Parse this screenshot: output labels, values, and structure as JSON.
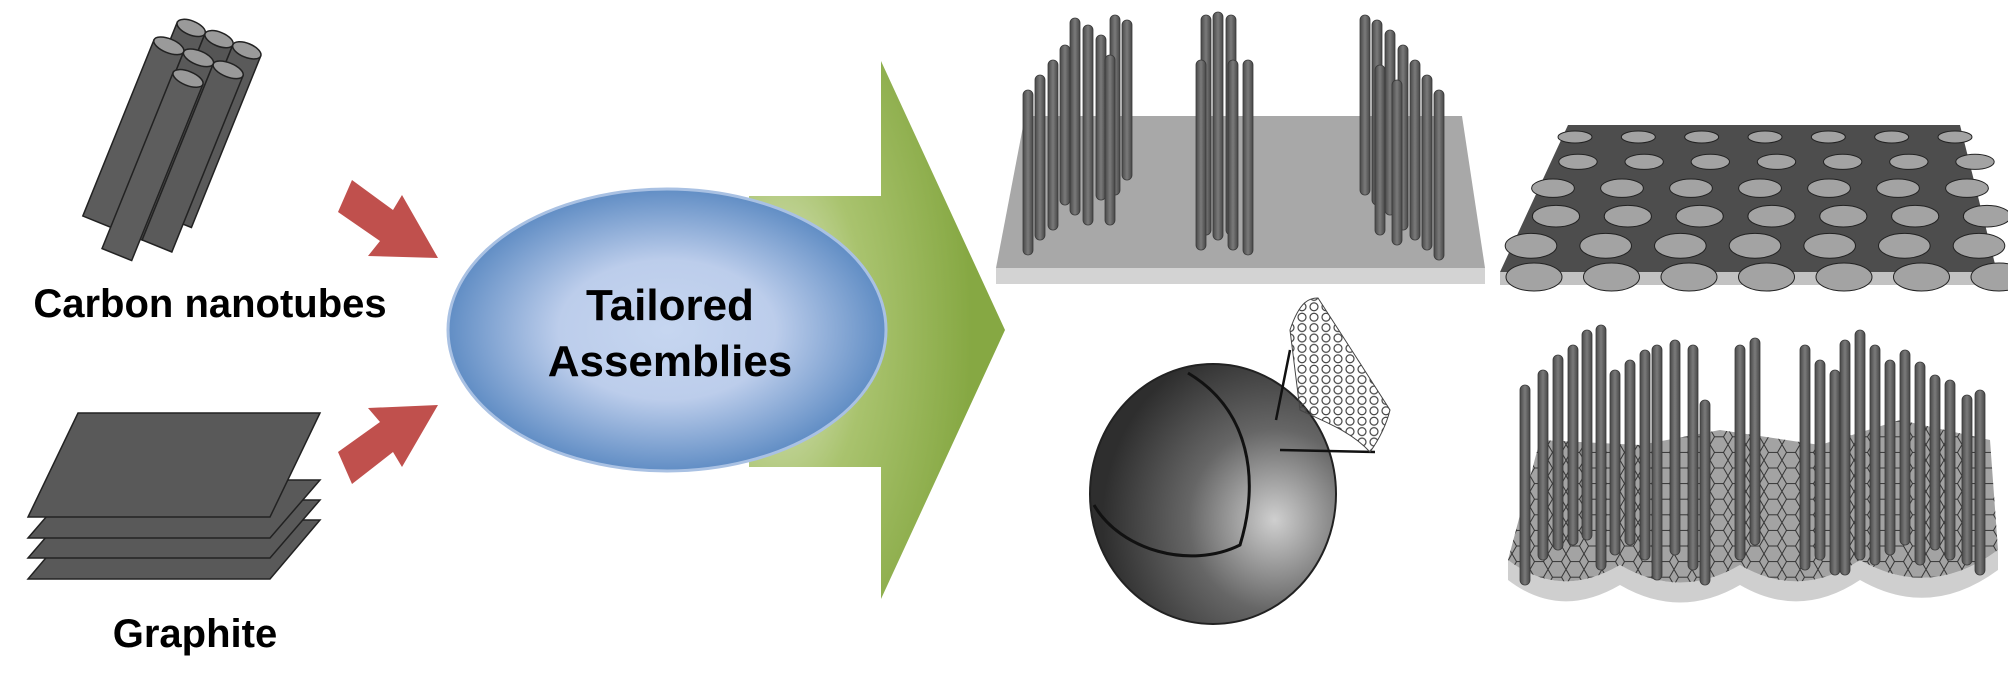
{
  "figure": {
    "inputs": [
      {
        "label": "Carbon nanotubes",
        "icon": "nanotube-bundle-icon"
      },
      {
        "label": "Graphite",
        "icon": "graphite-stack-icon"
      }
    ],
    "center": {
      "line1": "Tailored",
      "line2": "Assemblies"
    },
    "outputs": [
      {
        "name": "vertical-cnt-array-on-substrate"
      },
      {
        "name": "porous-honeycomb-film"
      },
      {
        "name": "graphene-wrapped-sphere"
      },
      {
        "name": "cnt-pillars-on-graphene"
      }
    ],
    "colors": {
      "input_arrow": "#c0504d",
      "ellipse_edge": "#4f81bd",
      "ellipse_center": "#c6d6f0",
      "output_arrow": "#8aad47",
      "tube": "#5a5a5a",
      "substrate": "#a6a6a6"
    }
  }
}
